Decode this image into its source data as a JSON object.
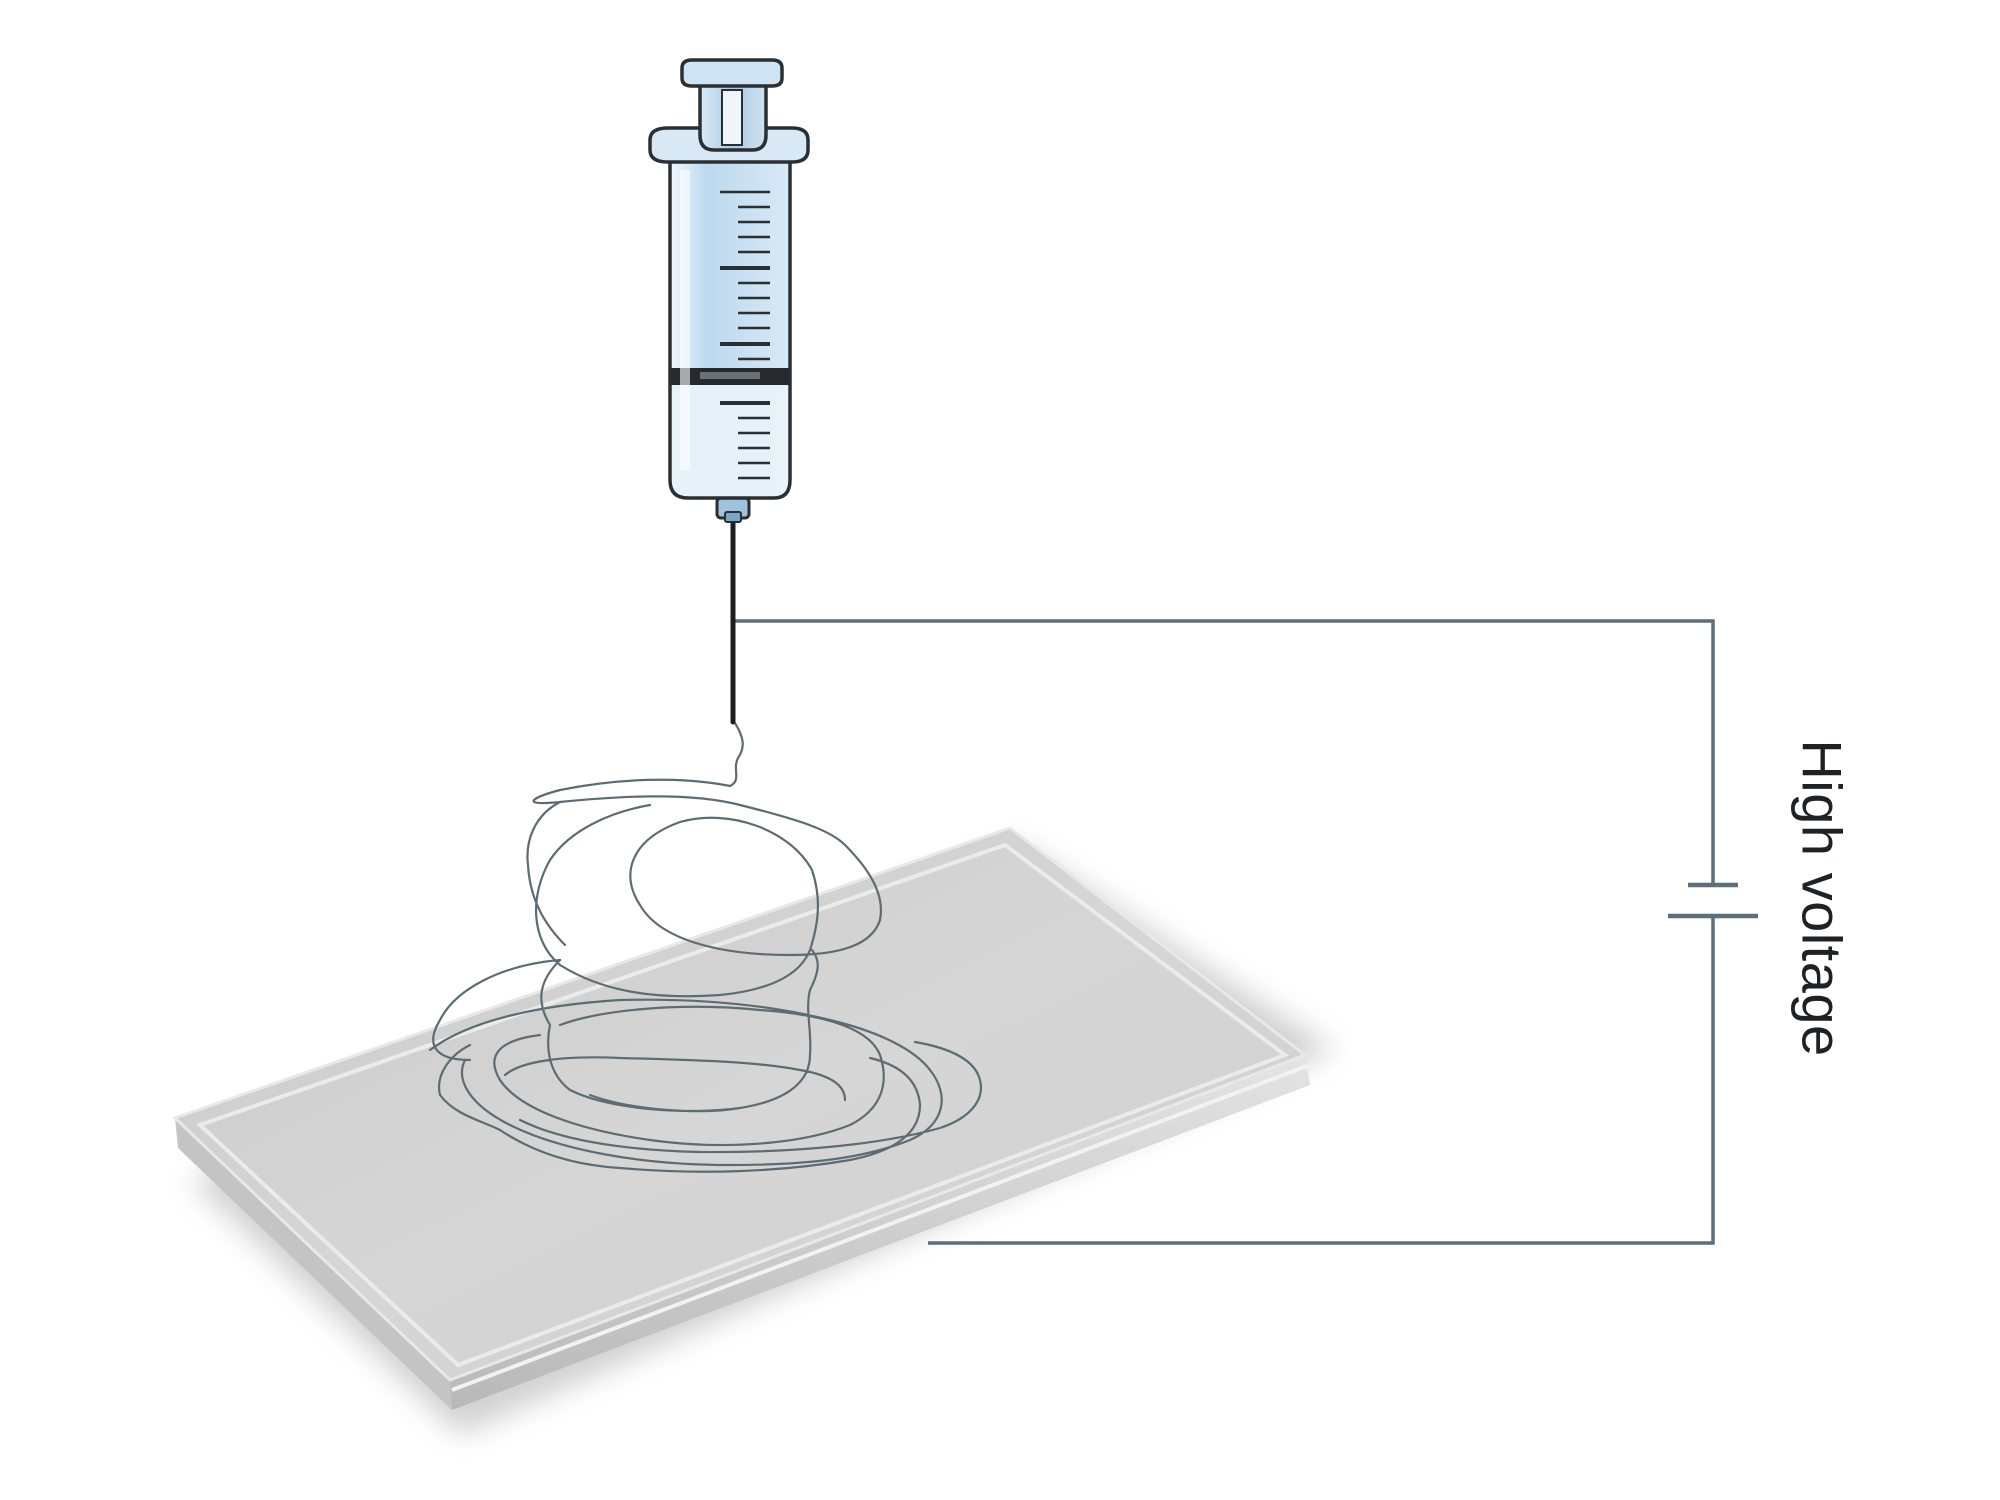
{
  "labels": {
    "voltage_source": "High voltage"
  },
  "colors": {
    "background": "#ffffff",
    "wire": "#5b6f7c",
    "fiber": "#5d6c74",
    "syringe_liquid": "#c2dcef",
    "syringe_outline": "#2a2f33",
    "collector_plate": "#d3d3d3"
  },
  "icons": {
    "syringe": "syringe-icon",
    "collector": "collector-plate",
    "power_source": "battery-symbol"
  }
}
